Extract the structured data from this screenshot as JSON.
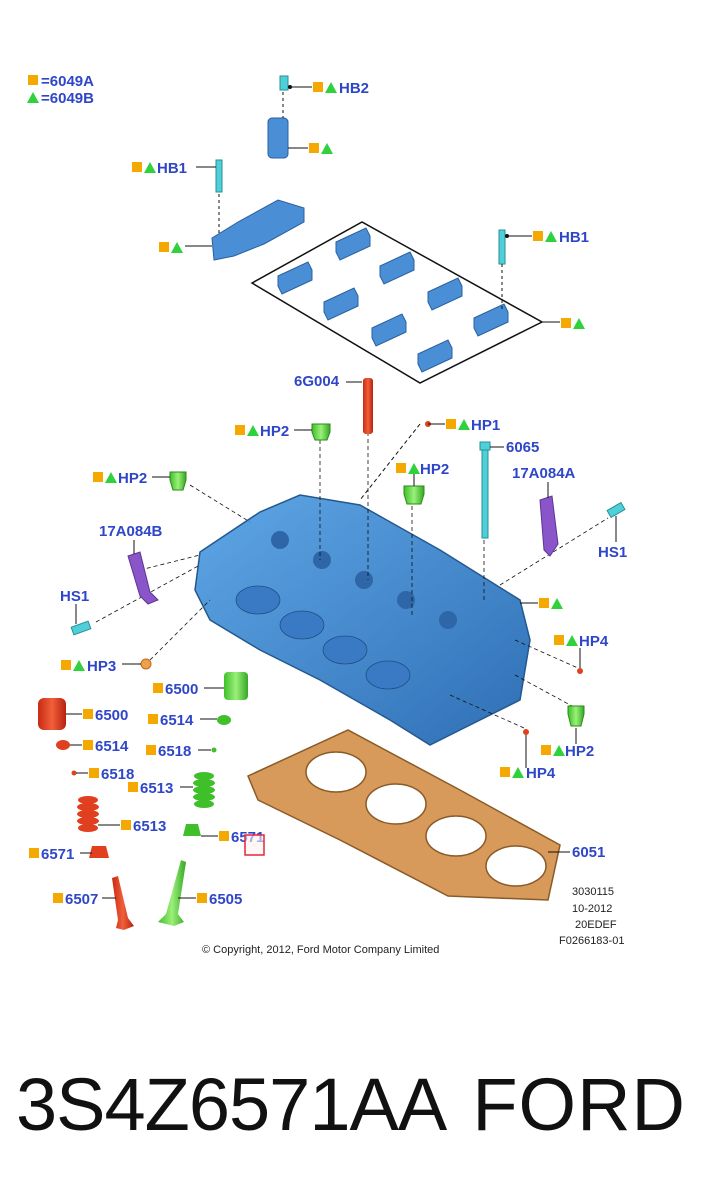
{
  "legend": [
    {
      "symbol": "orange-square",
      "text": "=6049A"
    },
    {
      "symbol": "green-triangle",
      "text": "=6049B"
    }
  ],
  "callouts": {
    "hb2": "HB2",
    "hb1_left": "HB1",
    "hb1_right": "HB1",
    "p_6g004": "6G004",
    "hp1": "HP1",
    "hp2_top": "HP2",
    "hp2_left": "HP2",
    "hp2_mid": "HP2",
    "p_6065": "6065",
    "p_17a084a": "17A084A",
    "p_17a084b": "17A084B",
    "hs1_right": "HS1",
    "hs1_left": "HS1",
    "hp4_right": "HP4",
    "hp3": "HP3",
    "hp2_bottom": "HP2",
    "hp4_bottom": "HP4",
    "p_6500_left": "6500",
    "p_6500_right": "6500",
    "p_6514_left": "6514",
    "p_6514_right": "6514",
    "p_6518_left": "6518",
    "p_6518_right": "6518",
    "p_6513_left": "6513",
    "p_6513_right": "6513",
    "p_6571_left": "6571",
    "p_6571_right": "6571",
    "p_6507": "6507",
    "p_6505": "6505",
    "p_6051": "6051"
  },
  "footer": {
    "copyright": "© Copyright, 2012, Ford Motor Company Limited",
    "code1": "3030115",
    "code2": "10-2012",
    "code3": "20EDEF",
    "code4": "F0266183-01"
  },
  "caption": {
    "part_number": "3S4Z6571AA",
    "brand": "FORD"
  },
  "colors": {
    "label_blue": "#2f46c9",
    "square_orange": "#f5a800",
    "triangle_green": "#2fd13c",
    "head_blue": "#4a8fd6",
    "gasket_copper": "#d79a5a",
    "bracket_purple": "#8a55c8",
    "bolt_cyan": "#4fd0d8",
    "valve_red": "#e0401f",
    "highlight_red": "#e0283c"
  }
}
